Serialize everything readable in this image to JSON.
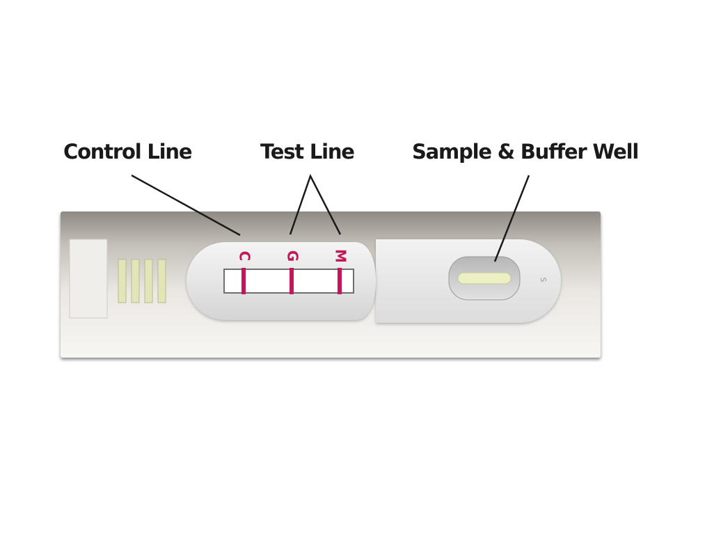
{
  "callouts": {
    "control_line": "Control Line",
    "test_line": "Test Line",
    "sample_buffer_well": "Sample & Buffer Well"
  },
  "strip_markers": {
    "control": "C",
    "test_g": "G",
    "test_m": "M",
    "well_mark": "S"
  },
  "colors": {
    "line_red": "#c2185b",
    "cassette_gray": "#c7c3bc",
    "well_yellow": "#ecefc2"
  }
}
